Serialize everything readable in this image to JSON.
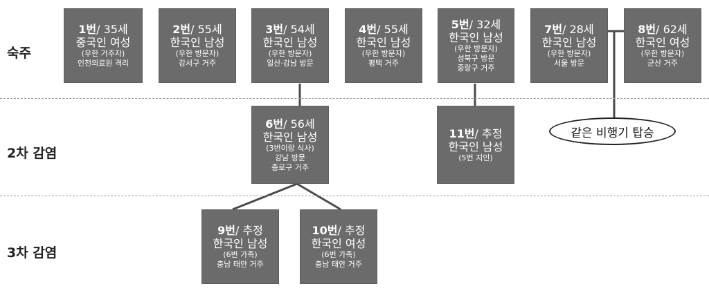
{
  "rows": {
    "row1": "숙주",
    "row2": "2차 감염",
    "row3": "3차 감염"
  },
  "cases": [
    {
      "num": "1번",
      "age": "/ 35세",
      "desc": "중국인 여성",
      "info1": "(우한 거주자)",
      "info2": "인천의료원 격리"
    },
    {
      "num": "2번",
      "age": "/ 55세",
      "desc": "한국인 남성",
      "info1": "(우한 방문자)",
      "info2": "강서구 거주"
    },
    {
      "num": "3번",
      "age": "/ 54세",
      "desc": "한국인 남성",
      "info1": "(우한 방문자)",
      "info2": "일산·강남 방문"
    },
    {
      "num": "4번",
      "age": "/ 55세",
      "desc": "한국인 남성",
      "info1": "(우한 방문자)",
      "info2": "평택 거주"
    },
    {
      "num": "5번",
      "age": "/ 32세",
      "desc": "한국인 남성",
      "info1": "(우한 방문자)",
      "info2": "성북구 방문",
      "info3": "중랑구 거주"
    },
    {
      "num": "7번",
      "age": "/ 28세",
      "desc": "한국인 남성",
      "info1": "(우한 방문자)",
      "info2": "서울 방문"
    },
    {
      "num": "8번",
      "age": "/ 62세",
      "desc": "한국인 여성",
      "info1": "(우한 방문자)",
      "info2": "군산 거주"
    },
    {
      "num": "6번",
      "age": "/ 56세",
      "desc": "한국인 남성",
      "info1": "(3번이랑 식사)",
      "info2": "강남 방문",
      "info3": "종로구 거주"
    },
    {
      "num": "11번",
      "age": "/ 추정",
      "desc": "한국인 남성",
      "info1": "(5번 지인)"
    },
    {
      "num": "9번",
      "age": "/ 추정",
      "desc": "한국인 남성",
      "info1": "(6번 가족)",
      "info2": "충남 태안 거주"
    },
    {
      "num": "10번",
      "age": "/ 추정",
      "desc": "한국인 여성",
      "info1": "(6번 가족)",
      "info2": "충남 태안 거주"
    }
  ],
  "note": "같은 비행기 탑승",
  "colors": {
    "box": "#6b6b6b",
    "line": "#4a4a4a",
    "separator": "#9a9a9a"
  }
}
